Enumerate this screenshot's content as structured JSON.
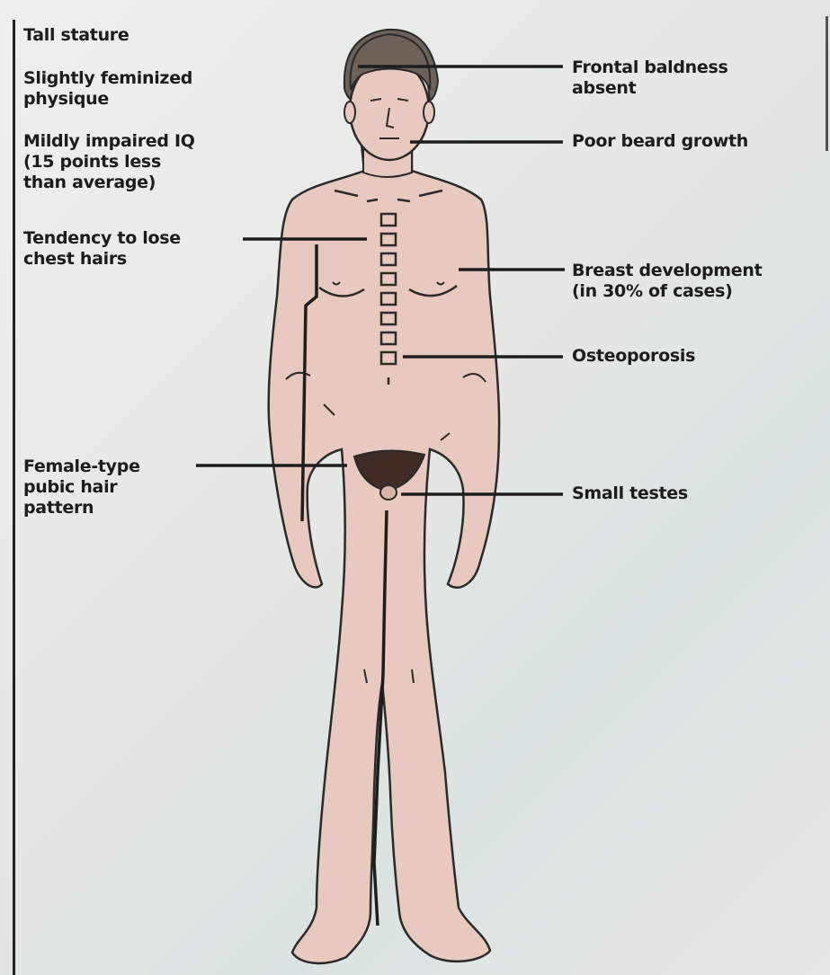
{
  "labels": {
    "tall_stature": "Tall stature",
    "feminized_physique": "Slightly feminized\nphysique",
    "impaired_iq": "Mildly impaired IQ\n(15 points less\nthan average)",
    "chest_hairs": "Tendency to lose\nchest hairs",
    "pubic_hair": "Female-type\npubic hair\npattern",
    "frontal_baldness": "Frontal baldness\nabsent",
    "beard_growth": "Poor beard growth",
    "breast_development": "Breast development\n(in 30% of cases)",
    "osteoporosis": "Osteoporosis",
    "small_testes": "Small testes"
  },
  "colors": {
    "skin": "#e8c9bd",
    "hair": "#6d625a",
    "pubic": "#3f2c27",
    "outline": "#2a2a2a",
    "background": "#e6e9e6"
  }
}
